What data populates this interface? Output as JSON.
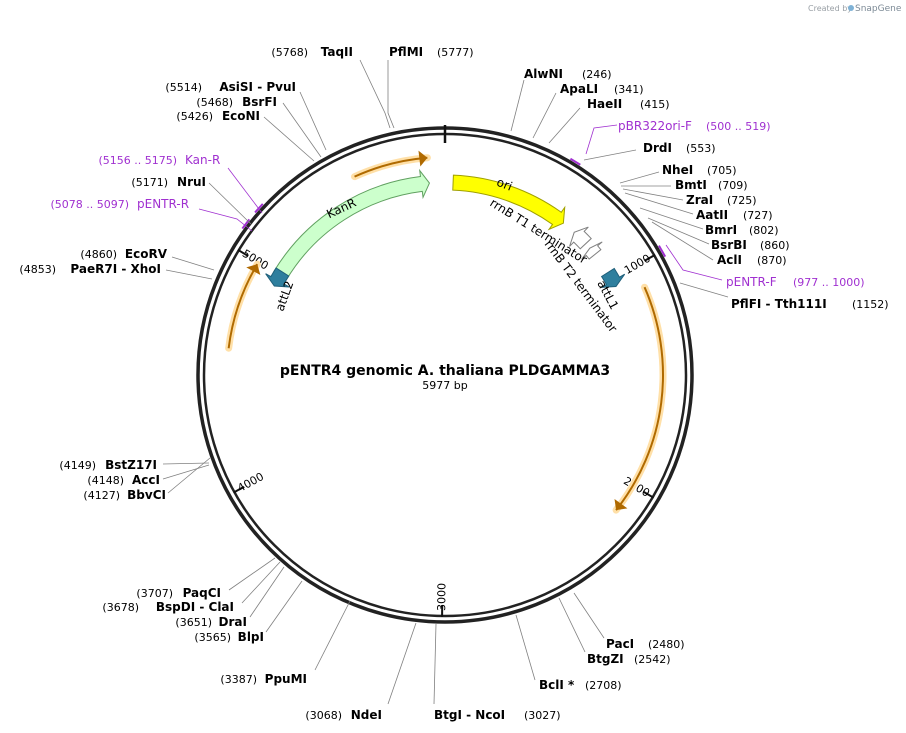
{
  "brand": {
    "prefix": "Created by",
    "name": "SnapGene"
  },
  "title": "pENTR4 genomic A. thaliana PLDGAMMA3",
  "length_label": "5977 bp",
  "total_bp": 5977,
  "ticks": [
    {
      "bp": 1000,
      "label": "1000"
    },
    {
      "bp": 2000,
      "label": "2000"
    },
    {
      "bp": 3000,
      "label": "3000"
    },
    {
      "bp": 4000,
      "label": "4000"
    },
    {
      "bp": 5000,
      "label": "5000"
    }
  ],
  "features": [
    {
      "name": "ori",
      "start": 40,
      "end": 630,
      "strand": 1,
      "color": "#ffff00",
      "stroke": "#a0a000"
    },
    {
      "name": "KanR",
      "start": 5000,
      "end": 5900,
      "strand": 1,
      "color": "#ccffcc",
      "stroke": "#60a060"
    },
    {
      "name": "rrnB T1 terminator",
      "start": 700,
      "end": 780,
      "strand": -1,
      "color": "#ffffff",
      "stroke": "#808080"
    },
    {
      "name": "rrnB T2 terminator",
      "start": 810,
      "end": 850,
      "strand": -1,
      "color": "#ffffff",
      "stroke": "#808080"
    },
    {
      "name": "attL1",
      "start": 960,
      "end": 1040,
      "strand": 1,
      "color": "#2f7f9e",
      "stroke": "#1f5f7a"
    },
    {
      "name": "attL2",
      "start": 4940,
      "end": 5020,
      "strand": -1,
      "color": "#2f7f9e",
      "stroke": "#1f5f7a"
    }
  ],
  "orfs": [
    {
      "start": 5570,
      "end": 5900,
      "strand": 1
    },
    {
      "start": 1100,
      "end": 2130,
      "strand": 1
    },
    {
      "start": 4600,
      "end": 4990,
      "strand": 1
    }
  ],
  "sites_right": [
    {
      "name": "AlwNI",
      "pos": "(246)"
    },
    {
      "name": "ApaLI",
      "pos": "(341)"
    },
    {
      "name": "HaeII",
      "pos": "(415)"
    },
    {
      "name": "DrdI",
      "pos": "(553)"
    },
    {
      "name": "NheI",
      "pos": "(705)"
    },
    {
      "name": "BmtI",
      "pos": "(709)"
    },
    {
      "name": "ZraI",
      "pos": "(725)"
    },
    {
      "name": "AatII",
      "pos": "(727)"
    },
    {
      "name": "BmrI",
      "pos": "(802)"
    },
    {
      "name": "BsrBI",
      "pos": "(860)"
    },
    {
      "name": "AclI",
      "pos": "(870)"
    },
    {
      "name": "PflFI - Tth111I",
      "pos": "(1152)"
    },
    {
      "name": "PacI",
      "pos": "(2480)"
    },
    {
      "name": "BtgZI",
      "pos": "(2542)"
    },
    {
      "name": "BclI *",
      "pos": "(2708)"
    },
    {
      "name": "BtgI - NcoI",
      "pos": "(3027)"
    },
    {
      "name": "PflMI",
      "pos": "(5777)"
    }
  ],
  "sites_left": [
    {
      "name": "NdeI",
      "pos": "(3068)"
    },
    {
      "name": "PpuMI",
      "pos": "(3387)"
    },
    {
      "name": "BlpI",
      "pos": "(3565)"
    },
    {
      "name": "DraI",
      "pos": "(3651)"
    },
    {
      "name": "BspDI - ClaI",
      "pos": "(3678)"
    },
    {
      "name": "PaqCI",
      "pos": "(3707)"
    },
    {
      "name": "BbvCI",
      "pos": "(4127)"
    },
    {
      "name": "AccI",
      "pos": "(4148)"
    },
    {
      "name": "BstZ17I",
      "pos": "(4149)"
    },
    {
      "name": "PaeR7I - XhoI",
      "pos": "(4853)"
    },
    {
      "name": "EcoRV",
      "pos": "(4860)"
    },
    {
      "name": "NruI",
      "pos": "(5171)"
    },
    {
      "name": "EcoNI",
      "pos": "(5426)"
    },
    {
      "name": "BsrFI",
      "pos": "(5468)"
    },
    {
      "name": "AsiSI - PvuI",
      "pos": "(5514)"
    },
    {
      "name": "TaqII",
      "pos": "(5768)"
    }
  ],
  "primers": [
    {
      "name": "pBR322ori-F",
      "pos": "(500 .. 519)",
      "start": 500,
      "end": 519,
      "color": "#a030d0"
    },
    {
      "name": "pENTR-F",
      "pos": "(977 .. 1000)",
      "start": 977,
      "end": 1000,
      "color": "#a030d0"
    },
    {
      "name": "Kan-R",
      "pos": "(5156 .. 5175)",
      "start": 5156,
      "end": 5175,
      "color": "#a030d0"
    },
    {
      "name": "pENTR-R",
      "pos": "(5078 .. 5097)",
      "start": 5078,
      "end": 5097,
      "color": "#a030d0"
    }
  ]
}
